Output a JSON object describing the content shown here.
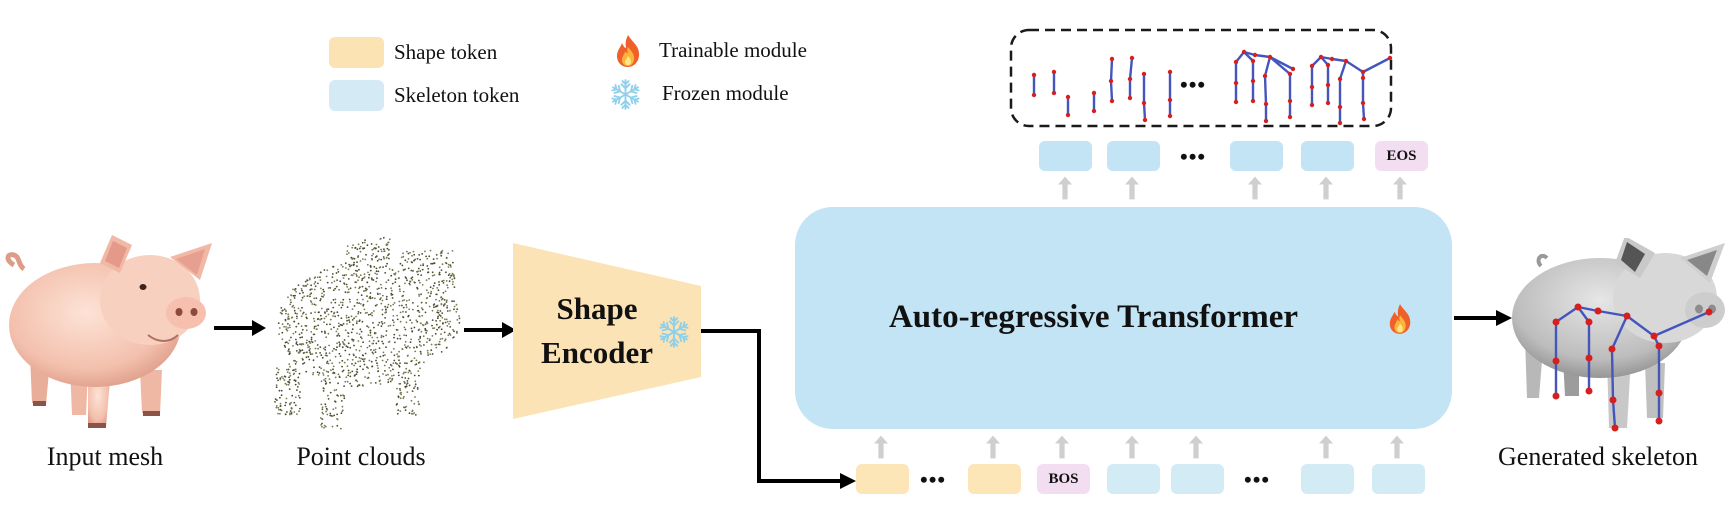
{
  "legend": {
    "items": [
      {
        "label": "Shape token",
        "swatch_color": "#fce3b3"
      },
      {
        "label": "Skeleton token",
        "swatch_color": "#d4ebf5"
      },
      {
        "label": "Trainable module",
        "icon": "fire-icon"
      },
      {
        "label": "Frozen module",
        "icon": "snowflake-icon"
      }
    ]
  },
  "captions": {
    "input_mesh": "Input mesh",
    "point_clouds": "Point clouds",
    "generated_skeleton": "Generated skeleton"
  },
  "encoder": {
    "line1": "Shape",
    "line2": "Encoder",
    "status_icon": "snowflake-icon",
    "color": "#fbe3b5"
  },
  "transformer": {
    "title": "Auto-regressive Transformer",
    "status_icon": "fire-icon",
    "color": "#c2e4f4"
  },
  "input_sequence": {
    "tokens": [
      {
        "type": "shape",
        "label": ""
      },
      {
        "type": "ellipsis",
        "label": "•••"
      },
      {
        "type": "shape",
        "label": ""
      },
      {
        "type": "special",
        "label": "BOS"
      },
      {
        "type": "skeleton",
        "label": ""
      },
      {
        "type": "skeleton",
        "label": ""
      },
      {
        "type": "ellipsis",
        "label": "•••"
      },
      {
        "type": "skeleton",
        "label": ""
      },
      {
        "type": "skeleton",
        "label": ""
      }
    ]
  },
  "output_sequence": {
    "tokens": [
      {
        "type": "skeleton",
        "label": ""
      },
      {
        "type": "skeleton",
        "label": ""
      },
      {
        "type": "ellipsis",
        "label": "•••"
      },
      {
        "type": "skeleton",
        "label": ""
      },
      {
        "type": "skeleton",
        "label": ""
      },
      {
        "type": "special",
        "label": "EOS"
      }
    ]
  },
  "skeleton_progression": {
    "ellipsis": "•••"
  },
  "colors": {
    "shape_token": "#fce6b8",
    "skeleton_token": "#d3ebf5",
    "special_token": "#f3def1",
    "bone": "#4455bb",
    "joint": "#d62020",
    "arrow_gray": "#cfcfcf"
  }
}
